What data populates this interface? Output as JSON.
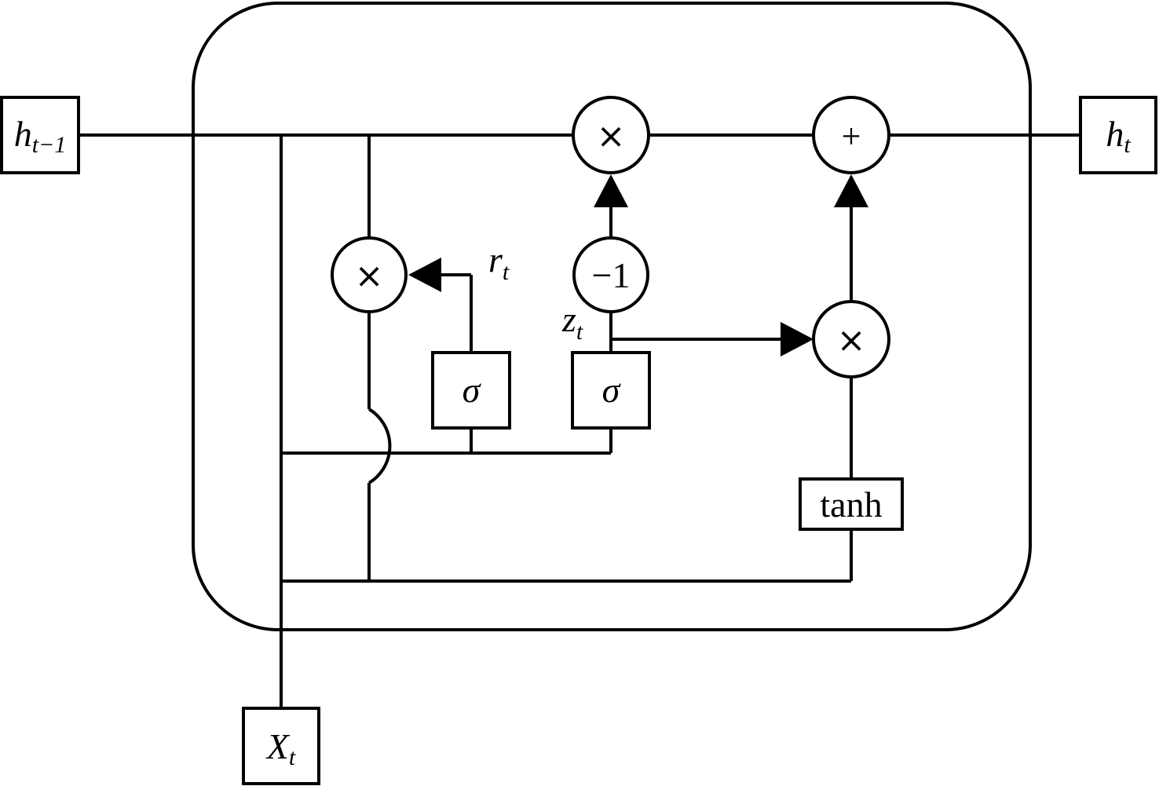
{
  "inputs": {
    "prev_hidden": {
      "base": "h",
      "sub": "t−1"
    },
    "input": {
      "base": "X",
      "sub": "t"
    }
  },
  "outputs": {
    "hidden": {
      "base": "h",
      "sub": "t"
    }
  },
  "gates": {
    "reset_gate": {
      "symbol": "σ",
      "label_base": "r",
      "label_sub": "t"
    },
    "update_gate": {
      "symbol": "σ",
      "label_base": "z",
      "label_sub": "t"
    },
    "candidate": {
      "symbol": "tanh"
    }
  },
  "operators": {
    "multiply": "×",
    "add": "+",
    "one_minus": "−1"
  }
}
